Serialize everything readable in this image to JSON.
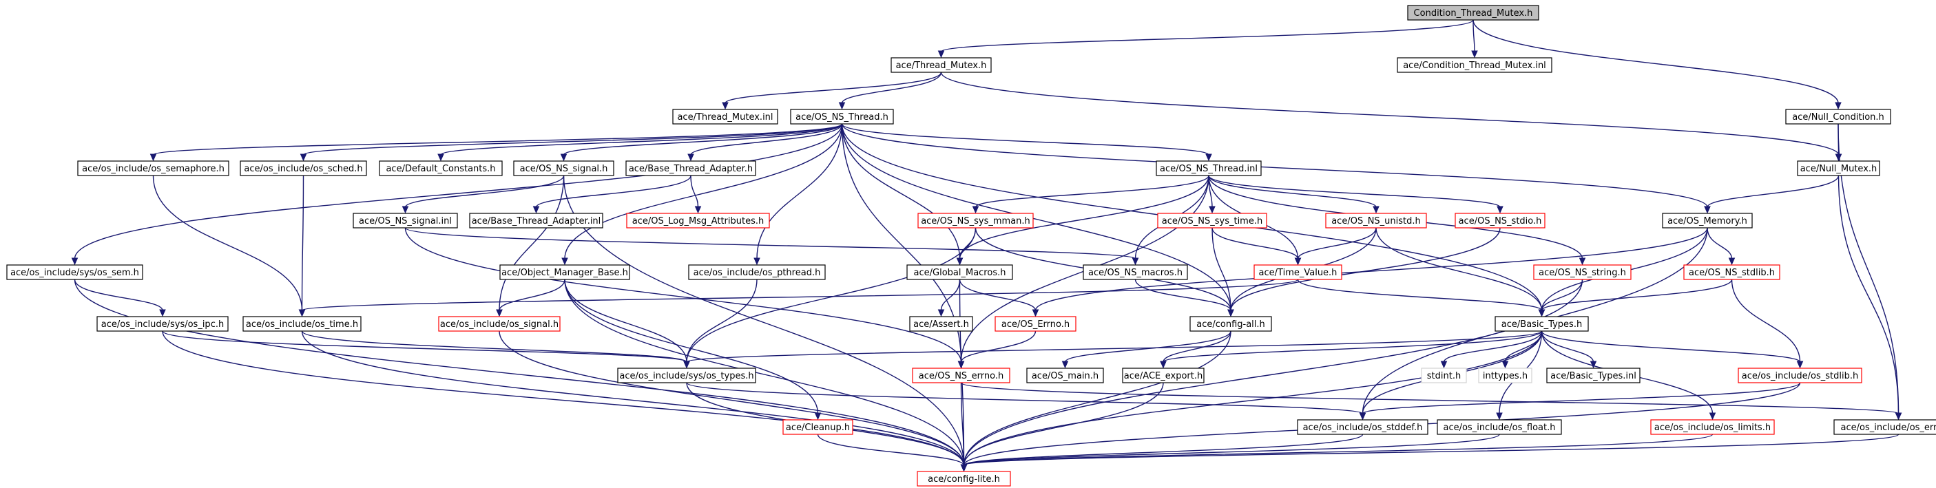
{
  "colors": {
    "edge": "#191970",
    "border_documented": "#000000",
    "border_undocumented": "#ff0000",
    "border_external": "#d3d3d3",
    "root_fill": "#bfbfbf"
  },
  "nodes": [
    {
      "id": "root",
      "label": "Condition_Thread_Mutex.h",
      "kind": "root"
    },
    {
      "id": "thread_mutex_h",
      "label": "ace/Thread_Mutex.h",
      "kind": "documented"
    },
    {
      "id": "cond_inl",
      "label": "ace/Condition_Thread_Mutex.inl",
      "kind": "documented"
    },
    {
      "id": "null_condition",
      "label": "ace/Null_Condition.h",
      "kind": "documented"
    },
    {
      "id": "thread_mutex_inl",
      "label": "ace/Thread_Mutex.inl",
      "kind": "documented"
    },
    {
      "id": "os_ns_thread_h",
      "label": "ace/OS_NS_Thread.h",
      "kind": "documented"
    },
    {
      "id": "null_mutex",
      "label": "ace/Null_Mutex.h",
      "kind": "documented"
    },
    {
      "id": "os_semaphore",
      "label": "ace/os_include/os_semaphore.h",
      "kind": "documented"
    },
    {
      "id": "os_sched",
      "label": "ace/os_include/os_sched.h",
      "kind": "documented"
    },
    {
      "id": "default_constants",
      "label": "ace/Default_Constants.h",
      "kind": "documented"
    },
    {
      "id": "os_ns_signal_h",
      "label": "ace/OS_NS_signal.h",
      "kind": "documented"
    },
    {
      "id": "base_thread_adapter_h",
      "label": "ace/Base_Thread_Adapter.h",
      "kind": "documented"
    },
    {
      "id": "os_ns_thread_inl",
      "label": "ace/OS_NS_Thread.inl",
      "kind": "documented"
    },
    {
      "id": "os_memory",
      "label": "ace/OS_Memory.h",
      "kind": "documented"
    },
    {
      "id": "os_ns_signal_inl",
      "label": "ace/OS_NS_signal.inl",
      "kind": "documented"
    },
    {
      "id": "base_thread_adapter_inl",
      "label": "ace/Base_Thread_Adapter.inl",
      "kind": "documented"
    },
    {
      "id": "os_log_msg",
      "label": "ace/OS_Log_Msg_Attributes.h",
      "kind": "undocumented"
    },
    {
      "id": "os_ns_sys_mman",
      "label": "ace/OS_NS_sys_mman.h",
      "kind": "undocumented"
    },
    {
      "id": "os_ns_sys_time",
      "label": "ace/OS_NS_sys_time.h",
      "kind": "undocumented"
    },
    {
      "id": "os_ns_unistd",
      "label": "ace/OS_NS_unistd.h",
      "kind": "undocumented"
    },
    {
      "id": "os_ns_stdio",
      "label": "ace/OS_NS_stdio.h",
      "kind": "undocumented"
    },
    {
      "id": "sys_sem",
      "label": "ace/os_include/sys/os_sem.h",
      "kind": "documented"
    },
    {
      "id": "object_manager_base",
      "label": "ace/Object_Manager_Base.h",
      "kind": "documented"
    },
    {
      "id": "os_pthread",
      "label": "ace/os_include/os_pthread.h",
      "kind": "documented"
    },
    {
      "id": "global_macros",
      "label": "ace/Global_Macros.h",
      "kind": "documented"
    },
    {
      "id": "os_ns_macros",
      "label": "ace/OS_NS_macros.h",
      "kind": "documented"
    },
    {
      "id": "time_value",
      "label": "ace/Time_Value.h",
      "kind": "undocumented"
    },
    {
      "id": "os_ns_string",
      "label": "ace/OS_NS_string.h",
      "kind": "undocumented"
    },
    {
      "id": "os_ns_stdlib",
      "label": "ace/OS_NS_stdlib.h",
      "kind": "undocumented"
    },
    {
      "id": "sys_ipc",
      "label": "ace/os_include/sys/os_ipc.h",
      "kind": "documented"
    },
    {
      "id": "os_time",
      "label": "ace/os_include/os_time.h",
      "kind": "documented"
    },
    {
      "id": "os_signal",
      "label": "ace/os_include/os_signal.h",
      "kind": "undocumented"
    },
    {
      "id": "assert_h",
      "label": "ace/Assert.h",
      "kind": "documented"
    },
    {
      "id": "os_errno_ace",
      "label": "ace/OS_Errno.h",
      "kind": "undocumented"
    },
    {
      "id": "config_all",
      "label": "ace/config-all.h",
      "kind": "documented"
    },
    {
      "id": "basic_types",
      "label": "ace/Basic_Types.h",
      "kind": "documented"
    },
    {
      "id": "sys_types",
      "label": "ace/os_include/sys/os_types.h",
      "kind": "documented"
    },
    {
      "id": "os_ns_errno",
      "label": "ace/OS_NS_errno.h",
      "kind": "undocumented"
    },
    {
      "id": "os_main",
      "label": "ace/OS_main.h",
      "kind": "documented"
    },
    {
      "id": "ace_export",
      "label": "ace/ACE_export.h",
      "kind": "documented"
    },
    {
      "id": "stdint",
      "label": "stdint.h",
      "kind": "external"
    },
    {
      "id": "inttypes",
      "label": "inttypes.h",
      "kind": "external"
    },
    {
      "id": "basic_types_inl",
      "label": "ace/Basic_Types.inl",
      "kind": "documented"
    },
    {
      "id": "os_stdlib",
      "label": "ace/os_include/os_stdlib.h",
      "kind": "undocumented"
    },
    {
      "id": "cleanup",
      "label": "ace/Cleanup.h",
      "kind": "undocumented"
    },
    {
      "id": "os_stddef",
      "label": "ace/os_include/os_stddef.h",
      "kind": "documented"
    },
    {
      "id": "os_float",
      "label": "ace/os_include/os_float.h",
      "kind": "documented"
    },
    {
      "id": "os_limits",
      "label": "ace/os_include/os_limits.h",
      "kind": "undocumented"
    },
    {
      "id": "os_errno_inc",
      "label": "ace/os_include/os_errno.h",
      "kind": "documented"
    },
    {
      "id": "config_lite",
      "label": "ace/config-lite.h",
      "kind": "undocumented"
    }
  ],
  "edges": [
    [
      "root",
      "thread_mutex_h"
    ],
    [
      "root",
      "cond_inl"
    ],
    [
      "root",
      "null_condition"
    ],
    [
      "thread_mutex_h",
      "thread_mutex_inl"
    ],
    [
      "thread_mutex_h",
      "os_ns_thread_h"
    ],
    [
      "thread_mutex_h",
      "null_mutex"
    ],
    [
      "null_condition",
      "null_mutex"
    ],
    [
      "null_condition",
      "os_errno_inc"
    ],
    [
      "null_mutex",
      "os_memory"
    ],
    [
      "null_mutex",
      "os_errno_inc"
    ],
    [
      "os_ns_thread_h",
      "sys_sem"
    ],
    [
      "os_ns_thread_h",
      "os_semaphore"
    ],
    [
      "os_ns_thread_h",
      "os_sched"
    ],
    [
      "os_ns_thread_h",
      "default_constants"
    ],
    [
      "os_ns_thread_h",
      "os_ns_signal_h"
    ],
    [
      "os_ns_thread_h",
      "base_thread_adapter_h"
    ],
    [
      "os_ns_thread_h",
      "object_manager_base"
    ],
    [
      "os_ns_thread_h",
      "os_pthread"
    ],
    [
      "os_ns_thread_h",
      "global_macros"
    ],
    [
      "os_ns_thread_h",
      "os_ns_thread_inl"
    ],
    [
      "os_ns_thread_h",
      "os_memory"
    ],
    [
      "os_ns_thread_h",
      "config_all"
    ],
    [
      "os_ns_thread_h",
      "basic_types"
    ],
    [
      "os_ns_thread_h",
      "os_ns_errno"
    ],
    [
      "os_semaphore",
      "os_time"
    ],
    [
      "os_sched",
      "os_time"
    ],
    [
      "os_ns_signal_h",
      "os_ns_signal_inl"
    ],
    [
      "os_ns_signal_h",
      "os_signal"
    ],
    [
      "os_ns_signal_h",
      "config_lite"
    ],
    [
      "base_thread_adapter_h",
      "base_thread_adapter_inl"
    ],
    [
      "base_thread_adapter_h",
      "os_log_msg"
    ],
    [
      "os_ns_signal_inl",
      "os_ns_macros"
    ],
    [
      "os_ns_signal_inl",
      "os_ns_errno"
    ],
    [
      "os_ns_thread_inl",
      "os_ns_sys_mman"
    ],
    [
      "os_ns_thread_inl",
      "os_ns_sys_time"
    ],
    [
      "os_ns_thread_inl",
      "os_ns_unistd"
    ],
    [
      "os_ns_thread_inl",
      "os_ns_stdio"
    ],
    [
      "os_ns_thread_inl",
      "os_ns_macros"
    ],
    [
      "os_ns_thread_inl",
      "time_value"
    ],
    [
      "os_ns_thread_inl",
      "global_macros"
    ],
    [
      "os_ns_thread_inl",
      "os_ns_string"
    ],
    [
      "os_ns_thread_inl",
      "os_ns_errno"
    ],
    [
      "os_ns_sys_mman",
      "global_macros"
    ],
    [
      "os_ns_sys_mman",
      "sys_types"
    ],
    [
      "os_ns_sys_mman",
      "config_all"
    ],
    [
      "os_ns_sys_time",
      "time_value"
    ],
    [
      "os_ns_sys_time",
      "config_all"
    ],
    [
      "os_ns_unistd",
      "time_value"
    ],
    [
      "os_ns_unistd",
      "basic_types"
    ],
    [
      "os_ns_unistd",
      "config_all"
    ],
    [
      "os_ns_stdio",
      "config_all"
    ],
    [
      "os_memory",
      "os_ns_stdlib"
    ],
    [
      "os_memory",
      "basic_types"
    ],
    [
      "os_memory",
      "os_errno_ace"
    ],
    [
      "os_memory",
      "os_stddef"
    ],
    [
      "sys_sem",
      "sys_ipc"
    ],
    [
      "sys_sem",
      "config_lite"
    ],
    [
      "sys_ipc",
      "sys_types"
    ],
    [
      "sys_ipc",
      "config_lite"
    ],
    [
      "object_manager_base",
      "os_signal"
    ],
    [
      "object_manager_base",
      "sys_types"
    ],
    [
      "object_manager_base",
      "cleanup"
    ],
    [
      "object_manager_base",
      "config_lite"
    ],
    [
      "os_pthread",
      "sys_types"
    ],
    [
      "global_macros",
      "assert_h"
    ],
    [
      "global_macros",
      "os_errno_ace"
    ],
    [
      "global_macros",
      "config_lite"
    ],
    [
      "os_ns_macros",
      "config_all"
    ],
    [
      "time_value",
      "os_time"
    ],
    [
      "time_value",
      "basic_types"
    ],
    [
      "os_ns_string",
      "basic_types"
    ],
    [
      "os_ns_string",
      "config_lite"
    ],
    [
      "os_ns_stdlib",
      "basic_types"
    ],
    [
      "os_ns_stdlib",
      "os_stdlib"
    ],
    [
      "os_time",
      "sys_types"
    ],
    [
      "os_time",
      "config_lite"
    ],
    [
      "os_signal",
      "config_lite"
    ],
    [
      "os_errno_ace",
      "os_ns_errno"
    ],
    [
      "config_all",
      "os_main"
    ],
    [
      "config_all",
      "ace_export"
    ],
    [
      "config_all",
      "config_lite"
    ],
    [
      "basic_types",
      "sys_types"
    ],
    [
      "basic_types",
      "ace_export"
    ],
    [
      "basic_types",
      "stdint"
    ],
    [
      "basic_types",
      "inttypes"
    ],
    [
      "basic_types",
      "basic_types_inl"
    ],
    [
      "basic_types",
      "os_stdlib"
    ],
    [
      "basic_types",
      "os_stddef"
    ],
    [
      "basic_types",
      "os_float"
    ],
    [
      "basic_types",
      "os_limits"
    ],
    [
      "basic_types",
      "config_lite"
    ],
    [
      "sys_types",
      "os_stddef"
    ],
    [
      "sys_types",
      "config_lite"
    ],
    [
      "os_ns_errno",
      "os_errno_inc"
    ],
    [
      "os_ns_errno",
      "config_lite"
    ],
    [
      "ace_export",
      "config_lite"
    ],
    [
      "os_stdlib",
      "os_stddef"
    ],
    [
      "os_stdlib",
      "config_lite"
    ],
    [
      "cleanup",
      "config_lite"
    ],
    [
      "os_stddef",
      "config_lite"
    ],
    [
      "os_float",
      "config_lite"
    ],
    [
      "os_limits",
      "config_lite"
    ],
    [
      "os_errno_inc",
      "config_lite"
    ]
  ]
}
